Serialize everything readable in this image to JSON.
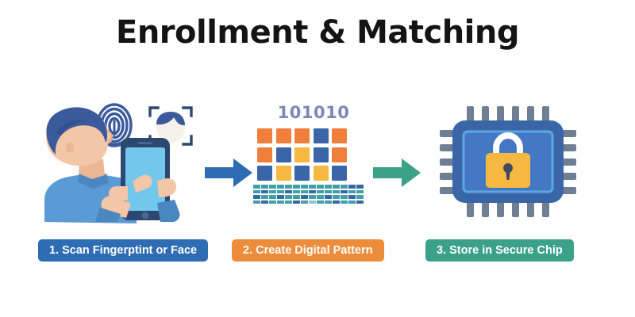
{
  "title": "Enrollment & Matching",
  "stages": [
    {
      "id": "scan",
      "label": "1. Scan Fingerptint or Face",
      "badge_color": "#2E6DB4",
      "art_name": "person-scanning-phone-illustration",
      "icons": [
        "fingerprint-icon",
        "face-scan-icon",
        "smartphone-icon"
      ]
    },
    {
      "id": "pattern",
      "label": "2. Create Digital Pattern",
      "badge_color": "#ED8C3A",
      "art_name": "digital-pattern-illustration",
      "binary_digits": "101010"
    },
    {
      "id": "chip",
      "label": "3. Store in Secure Chip",
      "badge_color": "#3BA188",
      "art_name": "secure-chip-illustration",
      "icons": [
        "microchip-icon",
        "padlock-icon"
      ]
    }
  ],
  "arrows": [
    {
      "name": "arrow-scan-to-pattern",
      "color": "#2E6DB4"
    },
    {
      "name": "arrow-pattern-to-chip",
      "color": "#3BA188"
    }
  ],
  "pattern_grid": {
    "columns": 5,
    "rows": 3,
    "colors": {
      "orange": "#F07F3C",
      "blue": "#3A66A8",
      "yellow": "#F5B942"
    },
    "cells": [
      [
        "orange",
        "orange",
        "orange",
        "blue",
        "orange"
      ],
      [
        "orange",
        "blue",
        "yellow",
        "blue",
        "orange"
      ],
      [
        "blue",
        "yellow",
        "blue",
        "yellow",
        "blue"
      ]
    ]
  },
  "dot_matrix": {
    "columns": 14,
    "rows": 4,
    "colors": {
      "teal": "#3FA0A8",
      "blue": "#3A66A8",
      "light": "#8FC4D6"
    },
    "cells": [
      [
        "teal",
        "teal",
        "teal",
        "teal",
        "teal",
        "teal",
        "teal",
        "teal",
        "teal",
        "teal",
        "teal",
        "teal",
        "blue",
        "blue"
      ],
      [
        "teal",
        "blue",
        "teal",
        "teal",
        "blue",
        "teal",
        "teal",
        "blue",
        "teal",
        "teal",
        "teal",
        "blue",
        "teal",
        "teal"
      ],
      [
        "blue",
        "teal",
        "teal",
        "blue",
        "teal",
        "teal",
        "blue",
        "teal",
        "teal",
        "blue",
        "teal",
        "teal",
        "blue",
        "teal"
      ],
      [
        "teal",
        "blue",
        "teal",
        "teal",
        "teal",
        "blue",
        "teal",
        "light",
        "teal",
        "teal",
        "blue",
        "teal",
        "teal",
        "blue"
      ]
    ]
  },
  "palette": {
    "navy": "#3A5A9B",
    "hair_dark": "#3A5A9B",
    "skin": "#F3C6A8",
    "shirt": "#5B9BD5",
    "phone_body": "#2C4770",
    "phone_screen": "#6FC3E8",
    "chip_body": "#3A66A8",
    "chip_inner": "#4478C4",
    "chip_pin": "#6E7F94",
    "lock_body": "#F5B942",
    "lock_shackle": "#FFFFFF",
    "title_color": "#141414",
    "binary_color": "#7C87B5",
    "background": "#FFFFFF"
  }
}
